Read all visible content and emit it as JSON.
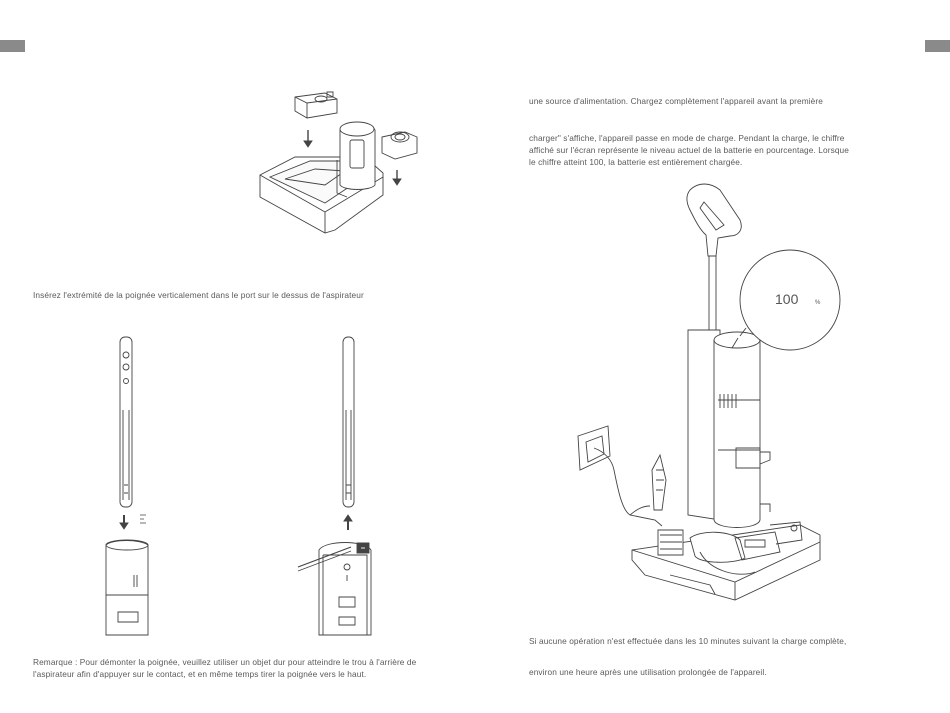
{
  "left_page": {
    "caption_insert": "Insérez l'extrémité de la poignée verticalement dans le port sur le dessus de l'aspirateur",
    "remark_line1": "Remarque : Pour démonter la poignée, veuillez utiliser un objet dur pour atteindre le trou à l'arrière de",
    "remark_line2": "l'aspirateur afin d'appuyer sur le contact, et en même temps tirer la poignée vers le haut."
  },
  "right_page": {
    "para1": "une source d'alimentation. Chargez complètement l'appareil avant la première",
    "para2_line1": "charger\" s'affiche, l'appareil passe en mode de charge. Pendant la charge, le chiffre",
    "para2_line2": "affiché sur l'écran représente le niveau actuel de la batterie en pourcentage. Lorsque",
    "para2_line3": "le chiffre atteint 100, la batterie est entièrement chargée.",
    "display_value": "100",
    "display_unit": "%",
    "note1": "Si aucune opération n'est effectuée dans les 10 minutes suivant la charge complète,",
    "note2": "environ une heure après une utilisation prolongée de l'appareil."
  },
  "colors": {
    "tab": "#8a8a8a",
    "line": "#444444"
  }
}
